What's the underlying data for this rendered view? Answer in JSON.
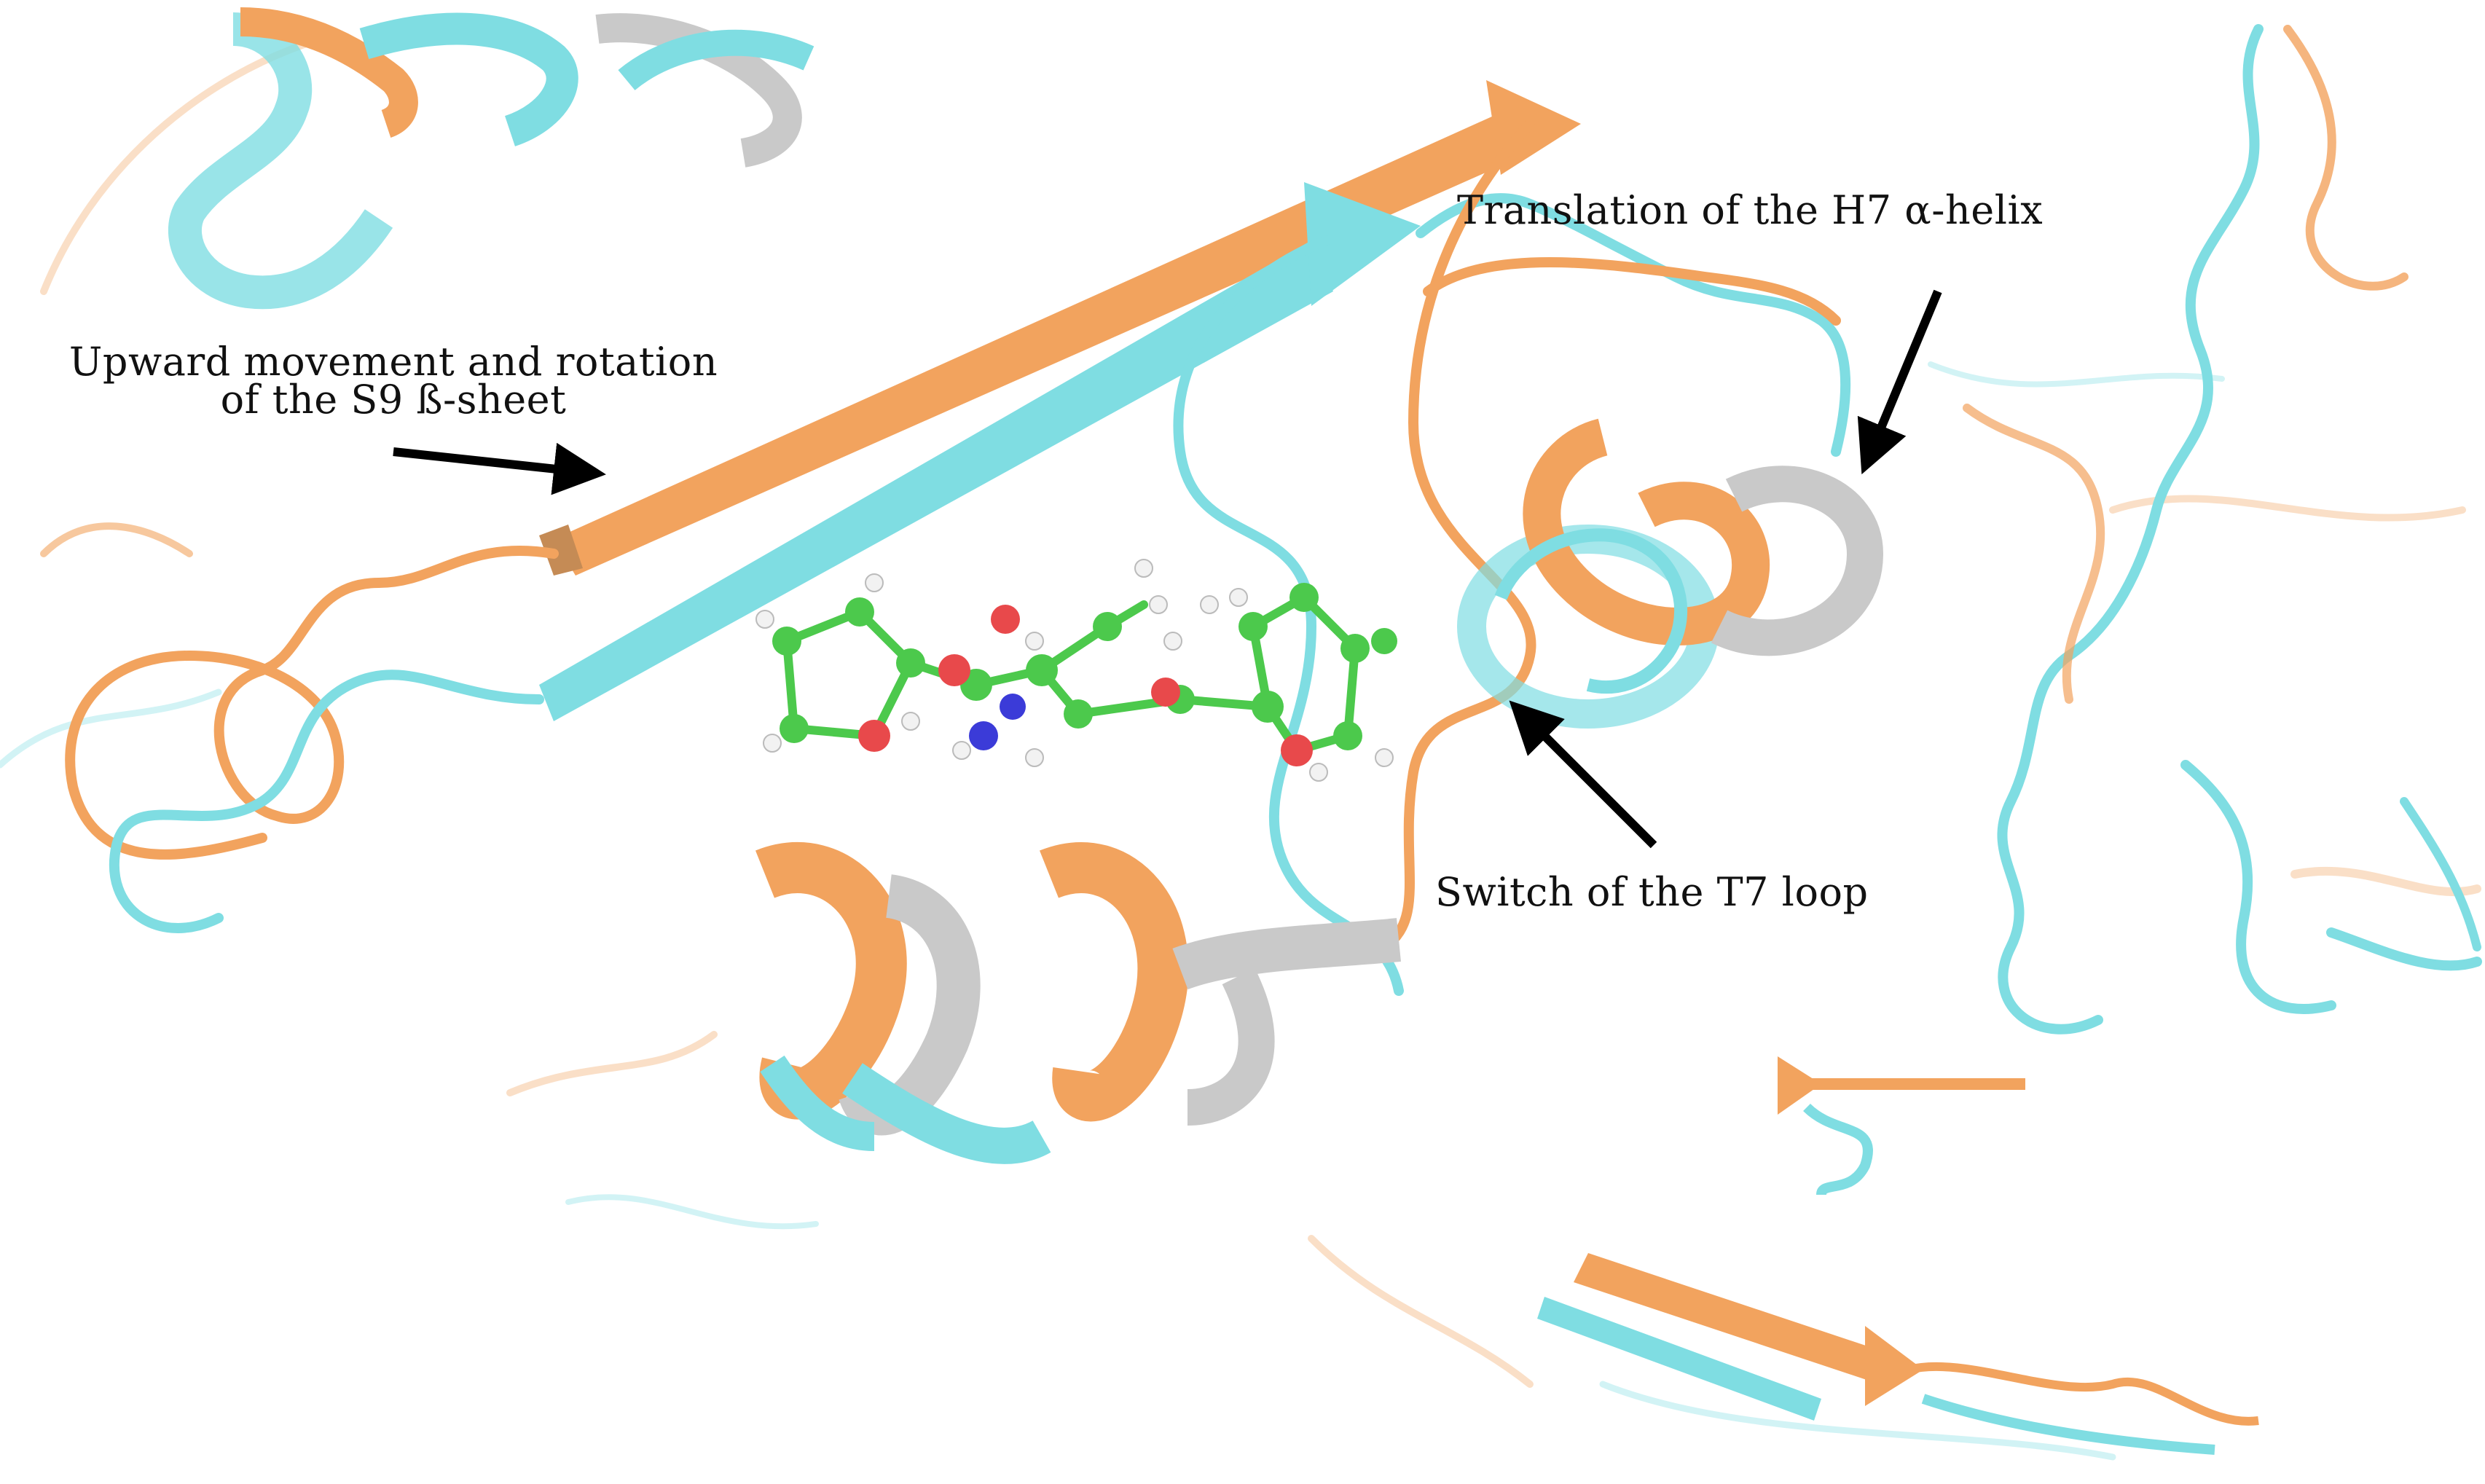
{
  "figure": {
    "colors": {
      "background": "#ffffff",
      "structure_a": "#f2a35e",
      "structure_b": "#7fdde2",
      "coil_shade": "#c9c9c9",
      "ligand_carbon": "#4cc94c",
      "ligand_oxygen": "#e8494b",
      "ligand_nitrogen": "#3b3bd8",
      "ligand_hydrogen": "#f2f2f2",
      "arrow": "#000000"
    },
    "annotations": {
      "s9_line1": "Upward movement and rotation",
      "s9_line2": "of the S9 ß-sheet",
      "h7_label": "Translation of the H7 α-helix",
      "t7_label": "Switch of the T7 loop"
    }
  }
}
